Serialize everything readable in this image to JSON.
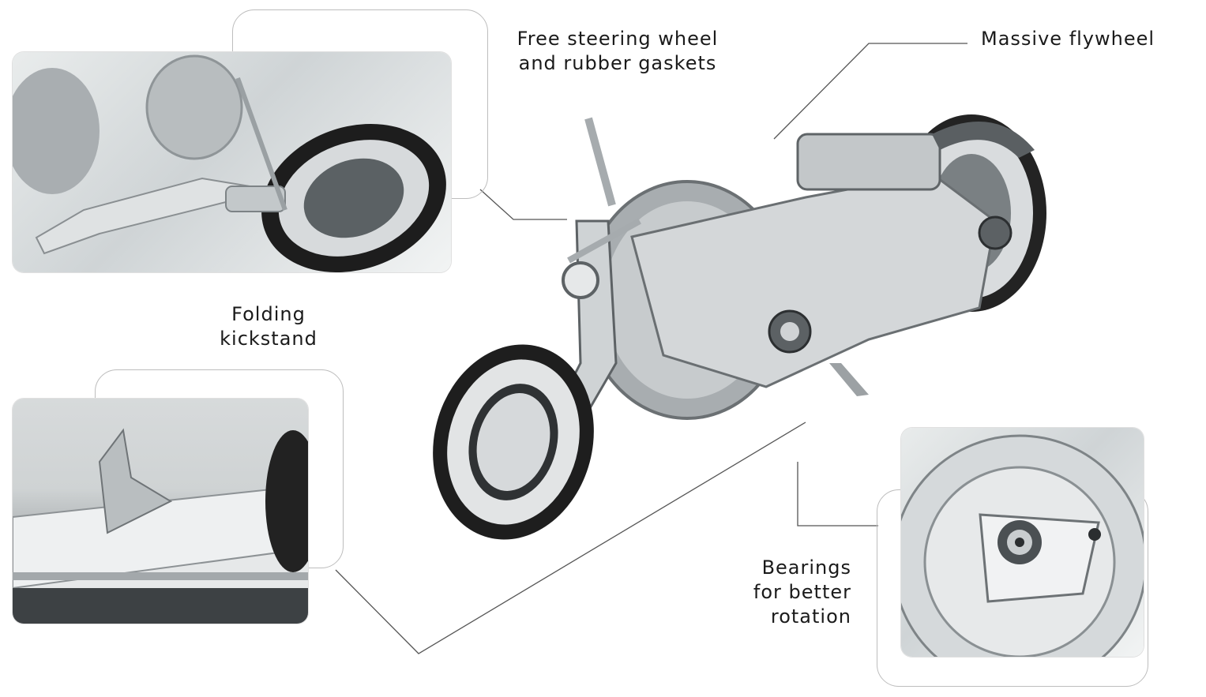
{
  "callouts": {
    "steering": {
      "line1": "Free steering wheel",
      "line2": "and rubber gaskets"
    },
    "flywheel": {
      "line1": "Massive flywheel"
    },
    "kickstand": {
      "line1": "Folding",
      "line2": "kickstand"
    },
    "bearings": {
      "line1": "Bearings",
      "line2": "for better",
      "line3": "rotation"
    }
  },
  "colors": {
    "text": "#1a1a1a",
    "line": "#555555",
    "frame": "#bdbdbd",
    "metal": "#c9cdd0",
    "tire": "#1d1d1d"
  }
}
